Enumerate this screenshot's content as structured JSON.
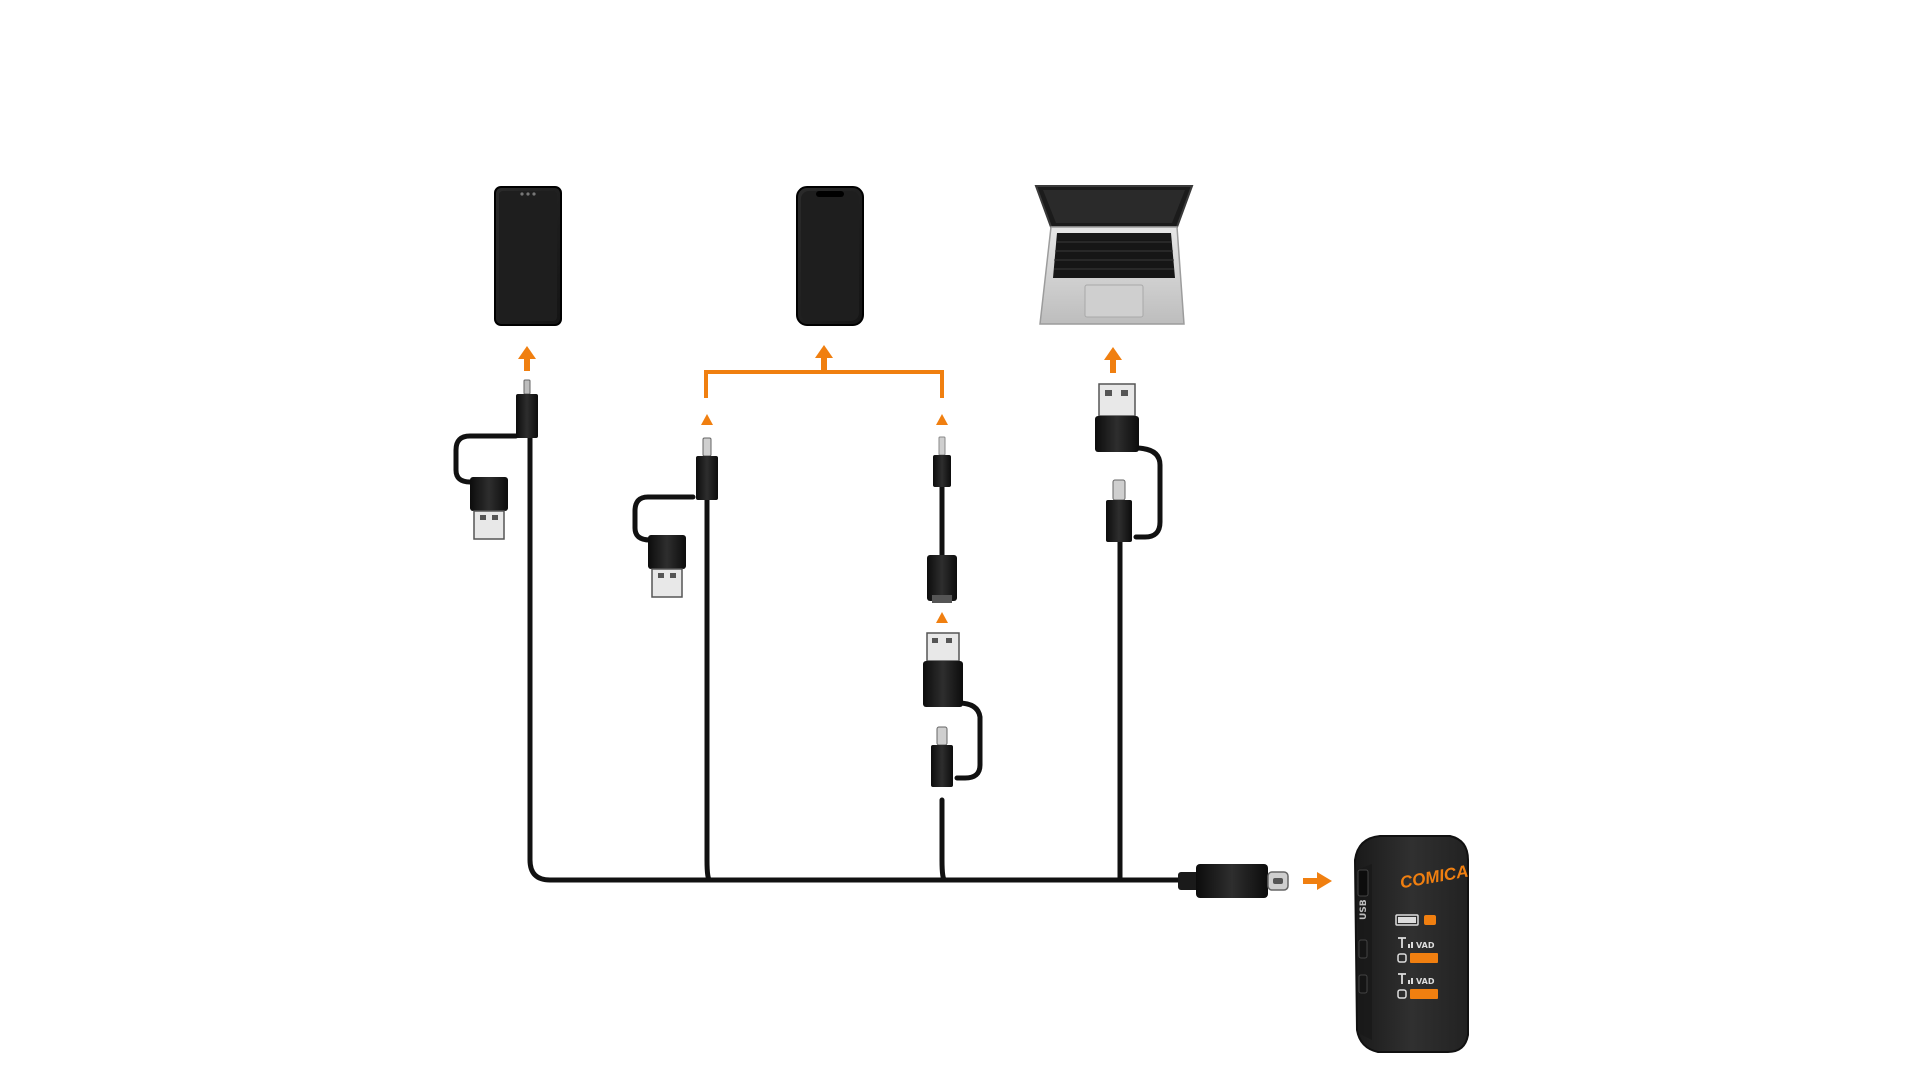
{
  "colors": {
    "accent_orange": "#F07F10",
    "cable_black": "#111111",
    "phone_body": "#1c1c1c",
    "laptop_silver": "#d9d9d9",
    "receiver_body": "#2a2a2a",
    "background": "#ffffff"
  },
  "devices": {
    "android_phone": {
      "icon": "android-phone-icon"
    },
    "iphone": {
      "icon": "iphone-icon"
    },
    "laptop": {
      "icon": "laptop-icon"
    }
  },
  "receiver": {
    "brand": "COMICA",
    "side_label": "USB",
    "lcd_rows": [
      {
        "icon": "battery-icon",
        "text": ""
      },
      {
        "icon": "antenna-icon",
        "text": "VAD"
      },
      {
        "icon": "mic-level-icon",
        "text": ""
      },
      {
        "icon": "antenna-icon",
        "text": "VAD"
      },
      {
        "icon": "mic-level-icon",
        "text": ""
      }
    ]
  }
}
